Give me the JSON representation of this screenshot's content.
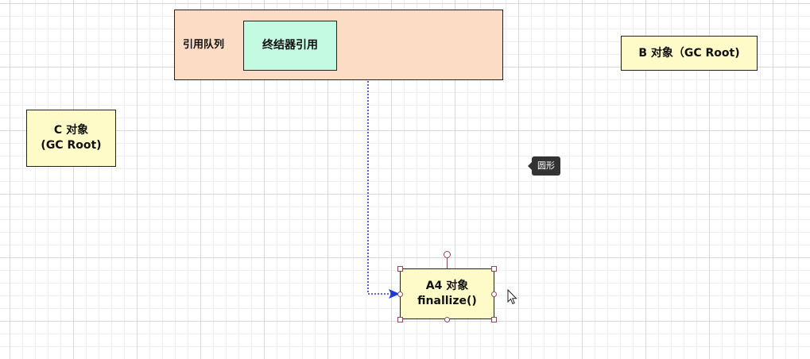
{
  "colors": {
    "queue_fill": "#fcdcc4",
    "finalizer_fill": "#c4f9e2",
    "object_fill": "#fefbc8",
    "connector": "#3333cc",
    "arrow_head": "#1a3bd9",
    "tooltip_bg": "#333333"
  },
  "queue": {
    "label": "引用队列",
    "finalizer_label": "终结器引用"
  },
  "b_object": {
    "line1": "B 对象（GC Root)"
  },
  "c_object": {
    "line1": "C 对象",
    "line2": "(GC Root)"
  },
  "a4_object": {
    "line1": "A4 对象",
    "line2": "finallize()"
  },
  "tooltip": {
    "text": "圆形"
  },
  "icons": {
    "cursor": "arrow-cursor-icon"
  }
}
